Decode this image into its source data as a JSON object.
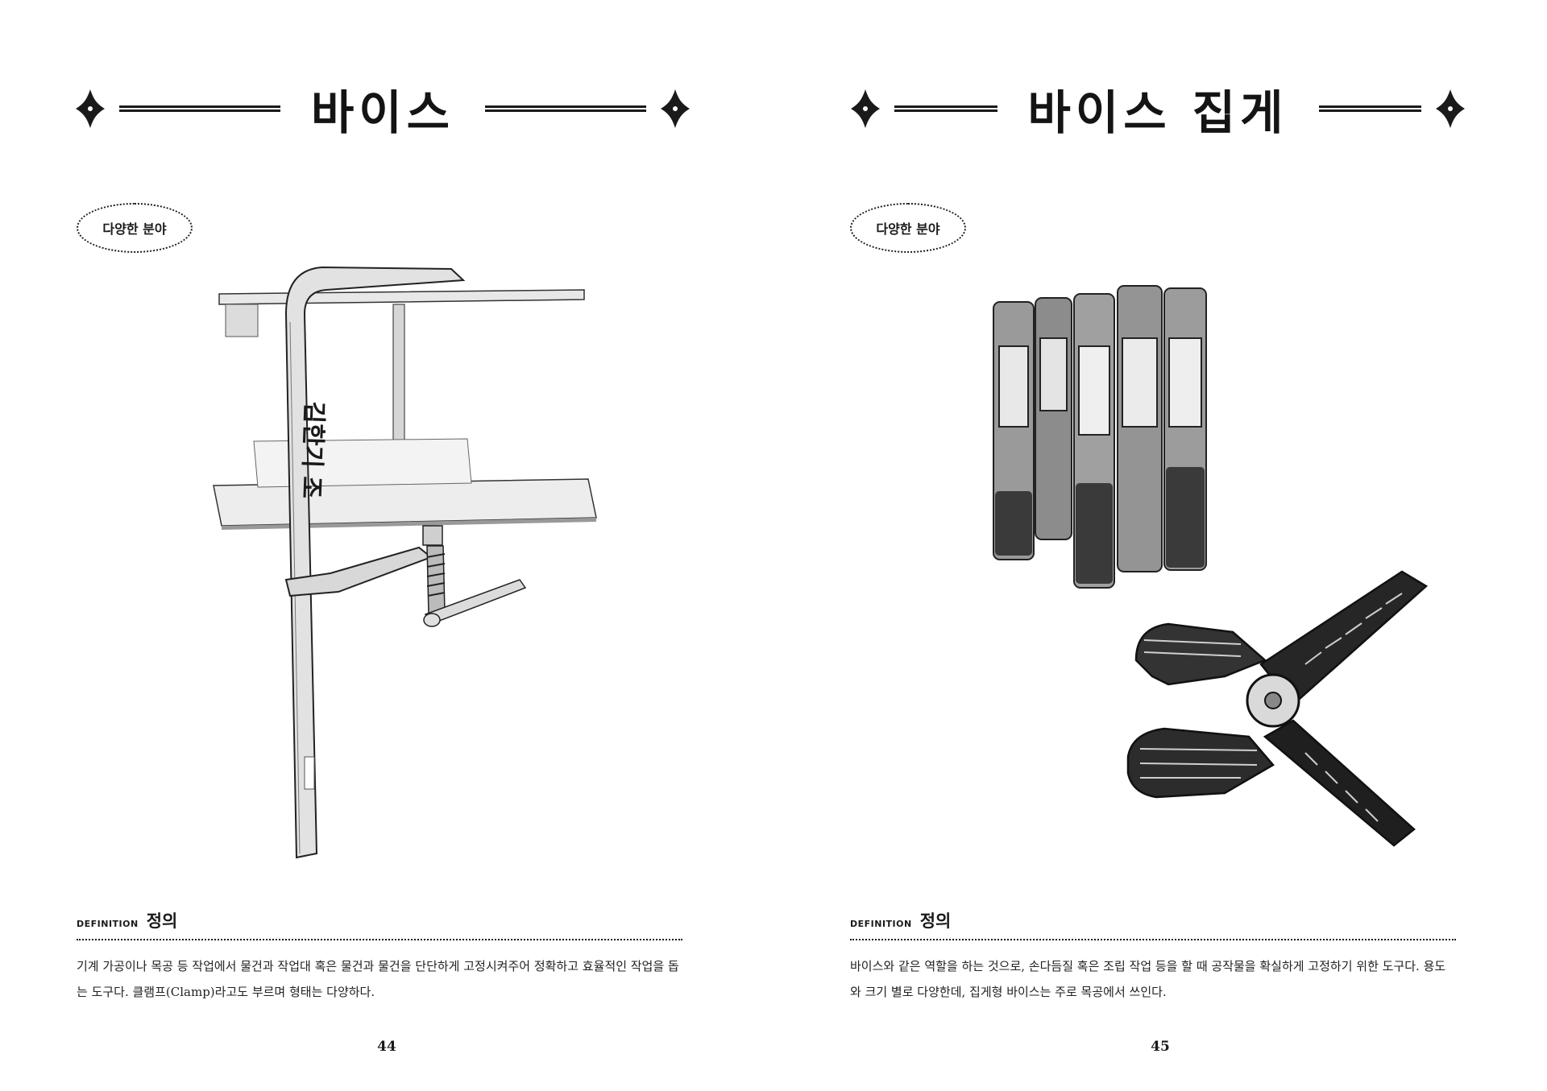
{
  "left_page": {
    "title": "바이스",
    "badge": "다양한 분야",
    "definition_en": "DEFINITION",
    "definition_ko": "정의",
    "definition_text": "기계 가공이나 목공 등 작업에서 물건과 작업대 혹은 물건과 물건을 단단하게 고정시켜주어 정확하고 효율적인 작업을 돕는 도구다. 클램프(Clamp)라고도 부르며 형태는 다양하다.",
    "handwriting": "김한기 조",
    "page_number": "44"
  },
  "right_page": {
    "title": "바이스 집게",
    "badge": "다양한 분야",
    "definition_en": "DEFINITION",
    "definition_ko": "정의",
    "definition_text": "바이스와 같은 역할을 하는 것으로, 손다듬질 혹은 조립 작업 등을 할 때 공작물을 확실하게 고정하기 위한 도구다. 용도와 크기 별로 다양한데, 집게형 바이스는 주로 목공에서 쓰인다.",
    "page_number": "45"
  }
}
